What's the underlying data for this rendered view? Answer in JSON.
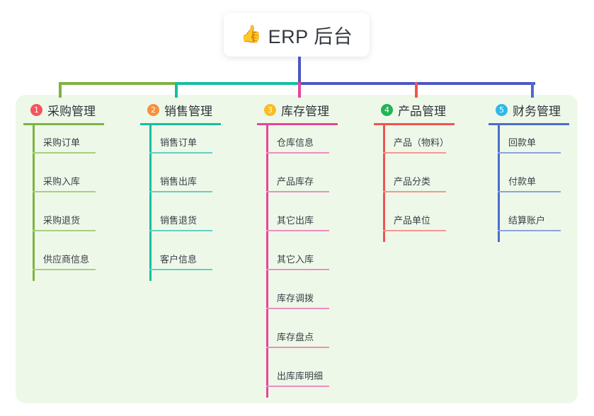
{
  "root": {
    "icon": "thumbs-up-icon",
    "emoji": "👍",
    "label": "ERP 后台"
  },
  "colors": {
    "page_background": "#ffffff",
    "panel_background": "#eef8e9",
    "root_connector": "#4b56c4",
    "bar_left": "#7cb342",
    "bar_mid": "#15bfa0",
    "bar_right": "#4b56c4"
  },
  "branches": [
    {
      "number": "1",
      "title": "采购管理",
      "badge_color": "#f4555f",
      "line_color": "#7cb342",
      "leaf_line_color": "#a8cf7e",
      "items": [
        "采购订单",
        "采购入库",
        "采购退货",
        "供应商信息"
      ]
    },
    {
      "number": "2",
      "title": "销售管理",
      "badge_color": "#f5913e",
      "line_color": "#15bfa0",
      "leaf_line_color": "#63cfc0",
      "items": [
        "销售订单",
        "销售出库",
        "销售退货",
        "客户信息"
      ]
    },
    {
      "number": "3",
      "title": "库存管理",
      "badge_color": "#fbbc24",
      "line_color": "#e8449b",
      "leaf_line_color": "#ec8fc0",
      "items": [
        "仓库信息",
        "产品库存",
        "其它出库",
        "其它入库",
        "库存调拨",
        "库存盘点",
        "出库库明细"
      ]
    },
    {
      "number": "4",
      "title": "产品管理",
      "badge_color": "#22b457",
      "line_color": "#f0544f",
      "leaf_line_color": "#f49790",
      "items": [
        "产品（物料）",
        "产品分类",
        "产品单位"
      ]
    },
    {
      "number": "5",
      "title": "财务管理",
      "badge_color": "#2fb8e8",
      "line_color": "#4b6cc8",
      "leaf_line_color": "#8ba3dd",
      "items": [
        "回款单",
        "付款单",
        "结算账户"
      ]
    }
  ],
  "layout": {
    "branch_x": [
      33,
      198,
      363,
      528,
      690
    ],
    "branch_width": [
      114,
      114,
      114,
      114,
      114
    ],
    "stub_x": [
      85,
      249,
      423,
      588,
      752
    ]
  }
}
